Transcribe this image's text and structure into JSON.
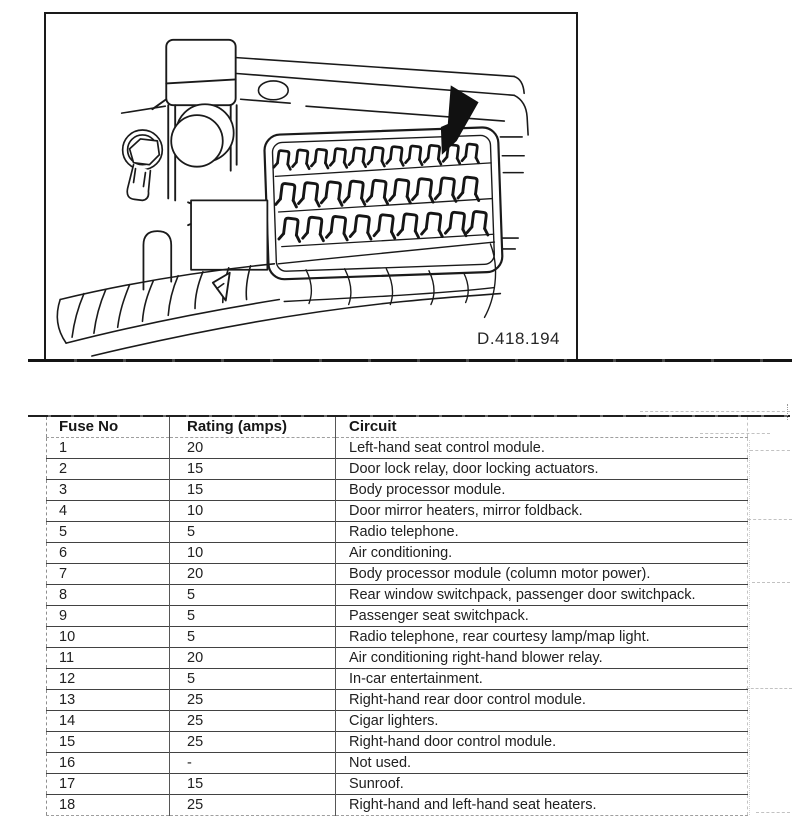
{
  "colors": {
    "ink": "#1d1d1d",
    "table_line": "#424242",
    "faint_line": "#c2c2c2",
    "arrow_fill": "#111111",
    "background": "#ffffff"
  },
  "diagram": {
    "reference_label": "D.418.194"
  },
  "table": {
    "columns": [
      "Fuse No",
      "Rating (amps)",
      "Circuit"
    ],
    "rows": [
      [
        "1",
        "20",
        "Left-hand seat control module."
      ],
      [
        "2",
        "15",
        "Door lock relay, door locking actuators."
      ],
      [
        "3",
        "15",
        "Body processor module."
      ],
      [
        "4",
        "10",
        "Door mirror heaters, mirror foldback."
      ],
      [
        "5",
        "5",
        "Radio telephone."
      ],
      [
        "6",
        "10",
        "Air conditioning."
      ],
      [
        "7",
        "20",
        "Body processor module (column motor power)."
      ],
      [
        "8",
        "5",
        "Rear window switchpack, passenger door switchpack."
      ],
      [
        "9",
        "5",
        "Passenger seat switchpack."
      ],
      [
        "10",
        "5",
        "Radio telephone, rear courtesy lamp/map light."
      ],
      [
        "11",
        "20",
        "Air conditioning right-hand blower relay."
      ],
      [
        "12",
        "5",
        "In-car entertainment."
      ],
      [
        "13",
        "25",
        "Right-hand rear door control module."
      ],
      [
        "14",
        "25",
        "Cigar lighters."
      ],
      [
        "15",
        "25",
        "Right-hand door control module."
      ],
      [
        "16",
        "-",
        "Not used."
      ],
      [
        "17",
        "15",
        "Sunroof."
      ],
      [
        "18",
        "25",
        "Right-hand and left-hand seat heaters."
      ]
    ]
  }
}
